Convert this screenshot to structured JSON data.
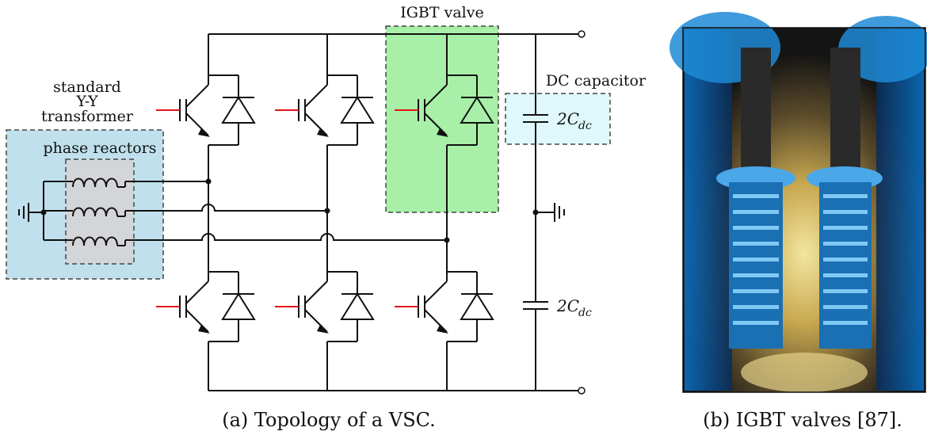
{
  "labels": {
    "igbt_valve": "IGBT valve",
    "dc_capacitor": "DC capacitor",
    "transformer_line1": "standard",
    "transformer_line2": "Y-Y",
    "transformer_line3": "transformer",
    "phase_reactors": "phase reactors",
    "cap_top_main": "2C",
    "cap_top_sub": "dc",
    "cap_bottom_main": "2C",
    "cap_bottom_sub": "dc"
  },
  "captions": {
    "a": "(a) Topology of a VSC.",
    "b": "(b) IGBT valves [87]."
  },
  "colors": {
    "valve_highlight": "#a8f0a8",
    "capacitor_box": "#dff8fb",
    "transformer_box": "#bfe0ec",
    "reactor_box": "#d3d5d8",
    "gate_lead": "#e3141b",
    "wire": "#111111"
  }
}
